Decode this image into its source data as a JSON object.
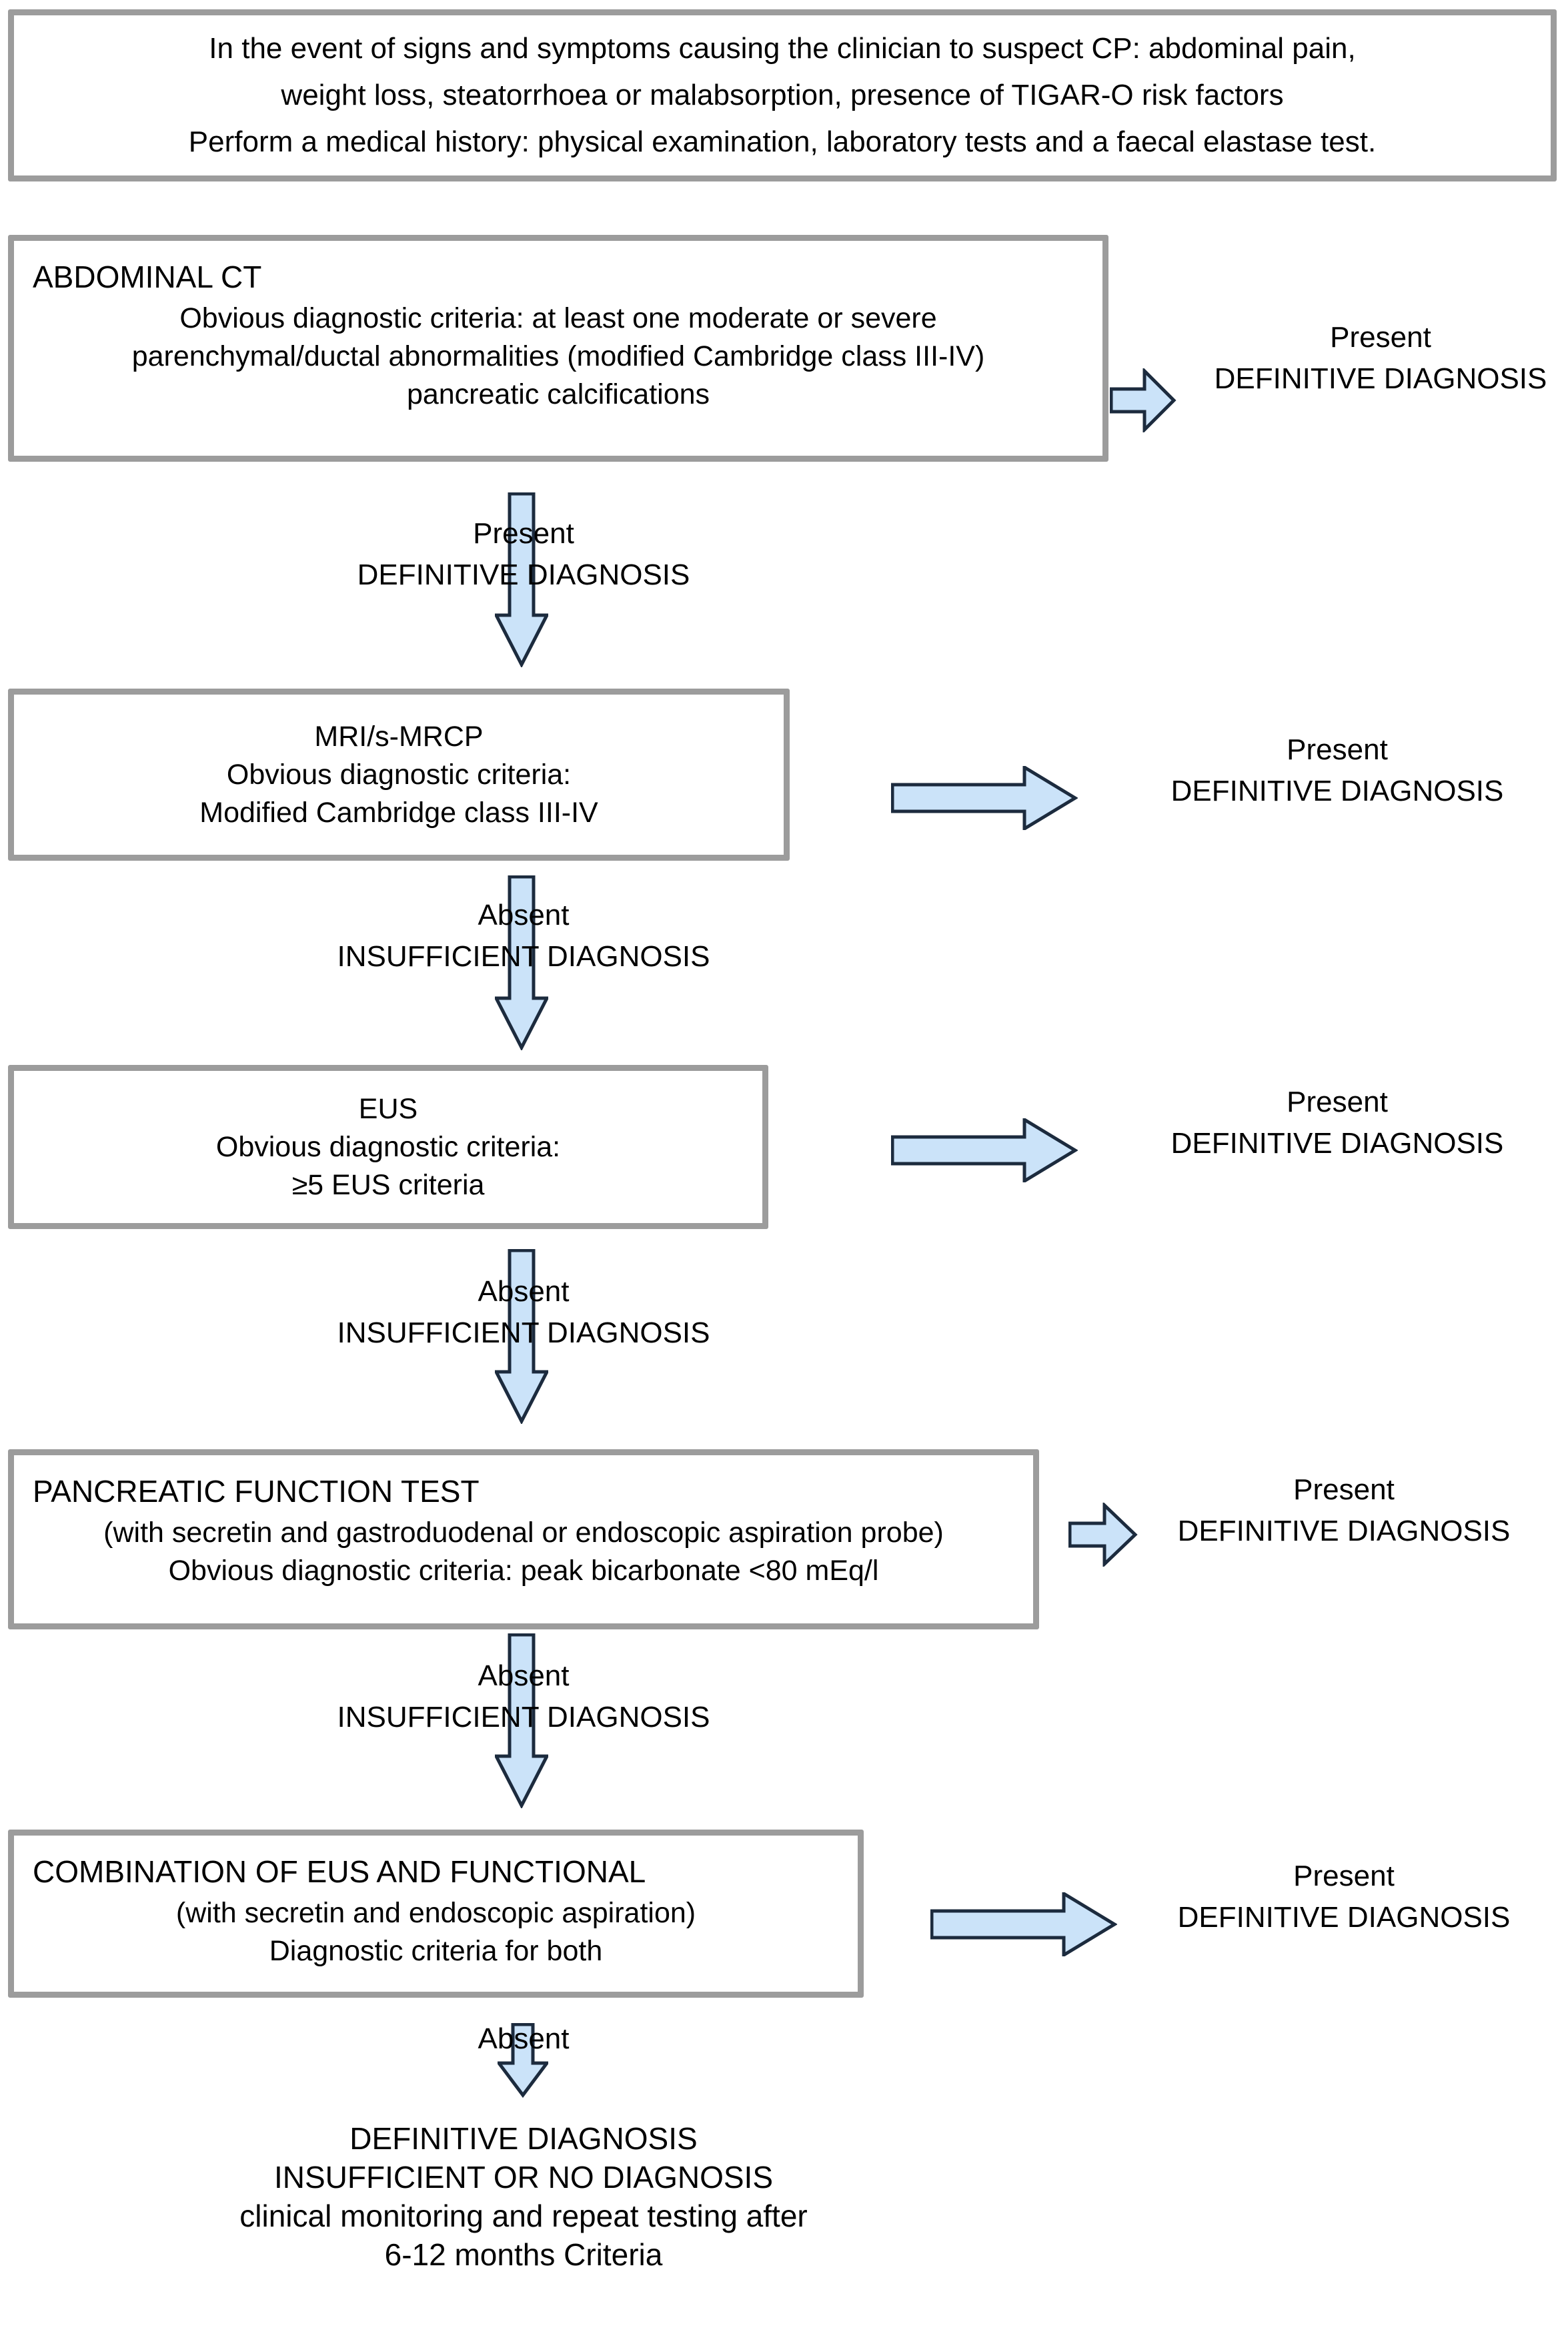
{
  "intro_box": {
    "lines": [
      "In the event of signs and symptoms causing the clinician to suspect CP: abdominal pain,",
      "weight loss, steatorrhoea or malabsorption, presence of TIGAR-O risk factors",
      "Perform a medical history: physical examination, laboratory tests and a faecal elastase test."
    ]
  },
  "boxes": [
    {
      "title": "ABDOMINAL CT",
      "body": [
        "Obvious diagnostic criteria: at least one moderate or severe",
        "parenchymal/ductal abnormalities (modified Cambridge class III-IV)",
        "pancreatic calcifications"
      ]
    },
    {
      "title": "MRI/s-MRCP",
      "body": [
        "Obvious diagnostic criteria:",
        "Modified Cambridge class III-IV"
      ]
    },
    {
      "title": "EUS",
      "body": [
        "Obvious diagnostic criteria:",
        "≥5 EUS criteria"
      ]
    },
    {
      "title": "PANCREATIC FUNCTION TEST",
      "body": [
        "(with secretin and gastroduodenal or endoscopic aspiration probe)",
        "Obvious diagnostic criteria: peak bicarbonate <80 mEq/l"
      ]
    },
    {
      "title": "COMBINATION OF EUS AND FUNCTIONAL",
      "body": [
        "(with secretin and endoscopic aspiration)",
        "Diagnostic criteria for both"
      ]
    }
  ],
  "right_labels": [
    {
      "line1": "Present",
      "line2": "DEFINITIVE DIAGNOSIS"
    },
    {
      "line1": "Present",
      "line2": "DEFINITIVE DIAGNOSIS"
    },
    {
      "line1": "Present",
      "line2": "DEFINITIVE DIAGNOSIS"
    },
    {
      "line1": "Present",
      "line2": "DEFINITIVE DIAGNOSIS"
    },
    {
      "line1": "Present",
      "line2": "DEFINITIVE DIAGNOSIS"
    }
  ],
  "down_labels": [
    {
      "line1": "Present",
      "line2": "DEFINITIVE DIAGNOSIS"
    },
    {
      "line1": "Absent",
      "line2": "INSUFFICIENT DIAGNOSIS"
    },
    {
      "line1": "Absent",
      "line2": "INSUFFICIENT DIAGNOSIS"
    },
    {
      "line1": "Absent",
      "line2": "INSUFFICIENT DIAGNOSIS"
    },
    {
      "line1": "Absent"
    }
  ],
  "final_block": {
    "lines": [
      "DEFINITIVE DIAGNOSIS",
      "INSUFFICIENT OR NO DIAGNOSIS",
      "clinical monitoring and repeat testing after",
      "6-12 months Criteria"
    ]
  },
  "colors": {
    "arrow_fill": "#cbe3f9",
    "arrow_stroke": "#1c2b3e",
    "box_border": "#9c9c9c",
    "text": "#000000",
    "background": "#ffffff"
  }
}
